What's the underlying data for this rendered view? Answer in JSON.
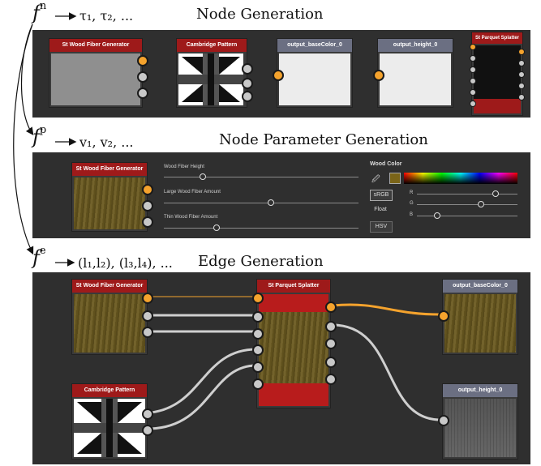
{
  "labels": {
    "fn_sup": "n",
    "fn_rest": "τ₁, τ₂, ...",
    "fn_title": "Node Generation",
    "fp_sup": "p",
    "fp_rest": "v₁, v₂, ...",
    "fp_title": "Node Parameter Generation",
    "fe_sup": "e",
    "fe_rest": "(l₁,l₂), (l₃,l₄), ...",
    "fe_title": "Edge Generation",
    "f": "f"
  },
  "row1": {
    "node1": "St Wood Fiber Generator",
    "node2": "Cambridge Pattern",
    "node3": "output_baseColor_0",
    "node4": "output_height_0",
    "node5": "St Parquet Splatter"
  },
  "row2": {
    "node": "St Wood Fiber Generator",
    "p1": "Wood Fiber Height",
    "p2": "Large Wood Fiber Amount",
    "p3": "Thin Wood Fiber Amount",
    "p1_value": 0.2,
    "p2_value": 0.55,
    "p3_value": 0.27,
    "wood_color": "Wood Color",
    "btn_srgb": "sRGB",
    "btn_float": "Float",
    "btn_hsv": "HSV",
    "r": "R",
    "g": "G",
    "b": "B",
    "r_value": 0.78,
    "g_value": 0.64,
    "b_value": 0.2,
    "color_swatch": "#7a6418"
  },
  "row3": {
    "node1": "St Wood Fiber Generator",
    "node2": "Cambridge Pattern",
    "node3": "St Parquet Splatter",
    "node4": "output_baseColor_0",
    "node5": "output_height_0"
  },
  "colors": {
    "edge_orange": "#f5a32d",
    "edge_gray": "#cfcfcf",
    "panel": "#2f2f2f",
    "header_red": "#9e1a1a",
    "header_gray": "#6b6f82"
  }
}
